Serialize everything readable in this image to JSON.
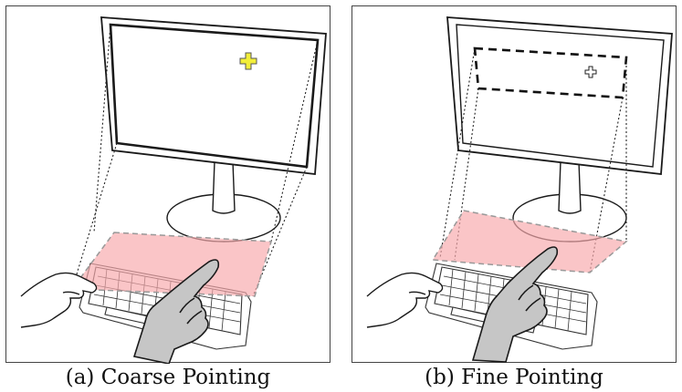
{
  "panels": {
    "a": {
      "caption": "(a) Coarse Pointing"
    },
    "b": {
      "caption": "(b) Fine Pointing"
    }
  },
  "colors": {
    "touch_region": "#f7a9ad",
    "cursor_coarse": "#f2ee3a",
    "hand_fill": "#c6c6c6",
    "line": "#1a1a1a"
  },
  "icons": [
    "monitor-icon",
    "keyboard-icon",
    "left-hand-icon",
    "pointing-hand-icon",
    "crosshair-cursor-icon",
    "fine-region-box"
  ]
}
